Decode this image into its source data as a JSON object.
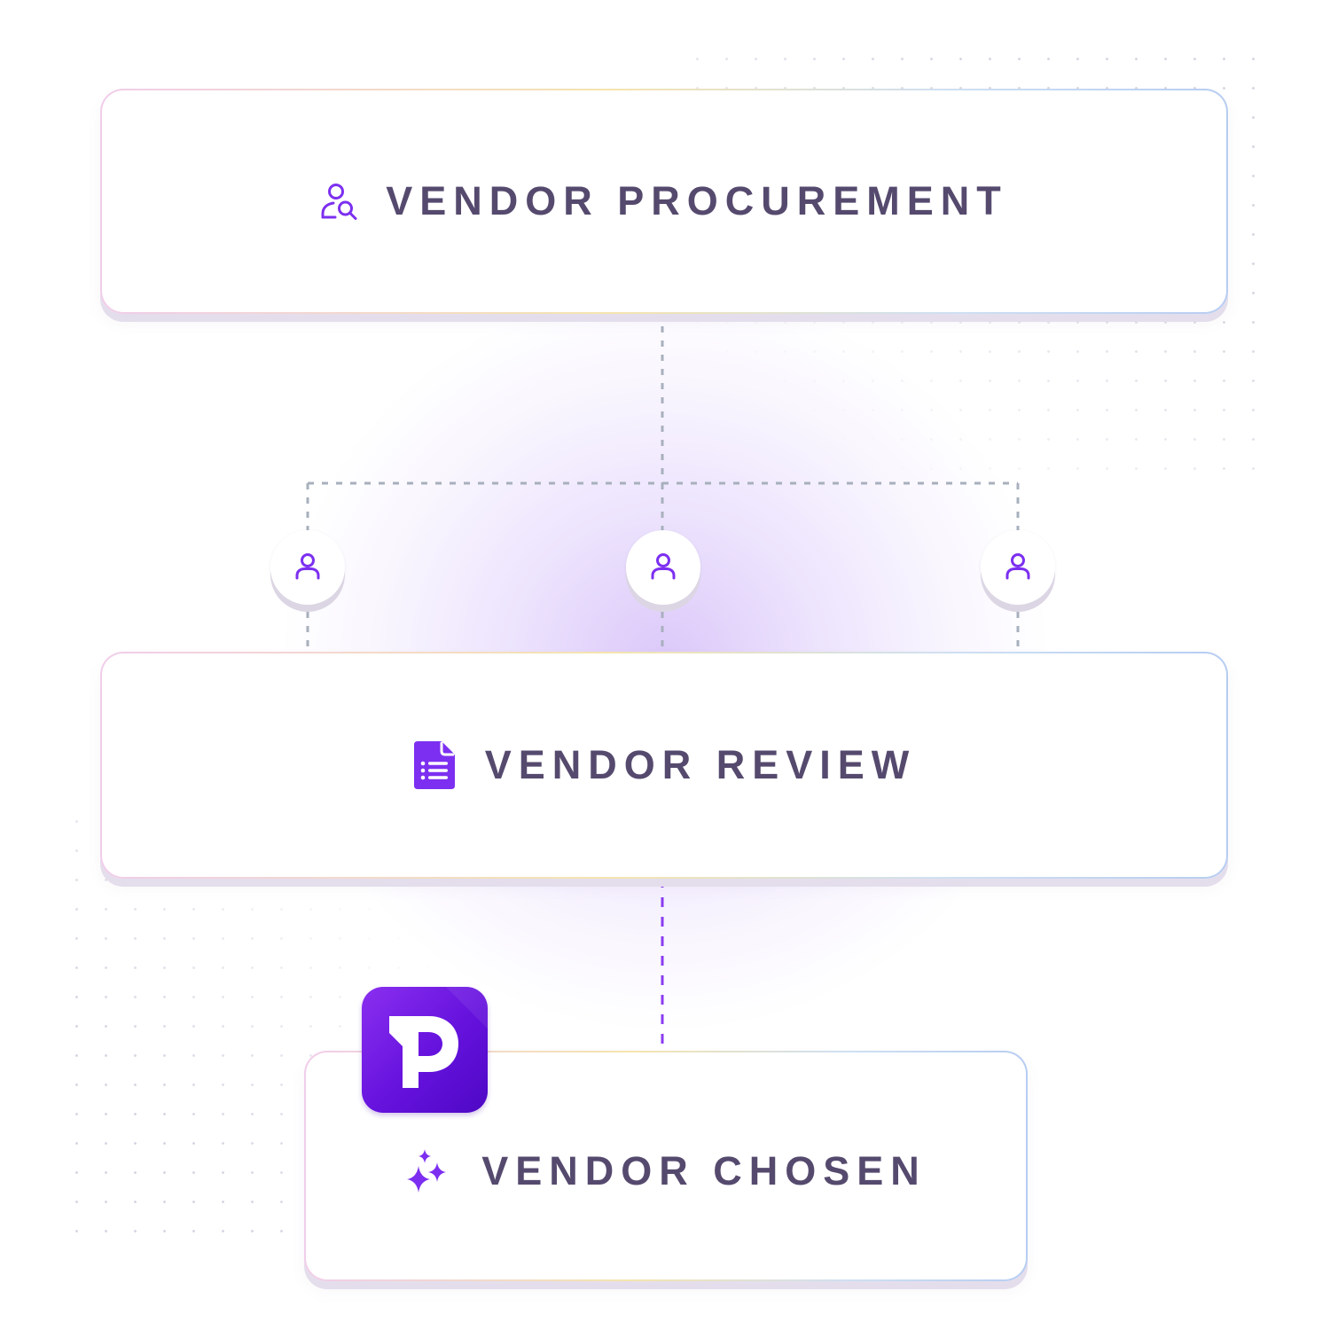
{
  "colors": {
    "accent": "#7c2ff0",
    "title_text": "#554a6e",
    "connector_gray": "#a8b0bd",
    "connector_purple": "#8a3cf0"
  },
  "nodes": {
    "procurement": {
      "label": "VENDOR PROCUREMENT",
      "icon": "user-search-icon"
    },
    "review": {
      "label": "VENDOR REVIEW",
      "icon": "document-list-icon"
    },
    "chosen": {
      "label": "VENDOR CHOSEN",
      "icon": "sparkles-icon"
    }
  },
  "reviewers": [
    {
      "icon": "user-icon"
    },
    {
      "icon": "user-icon"
    },
    {
      "icon": "user-icon"
    }
  ],
  "app_logo": {
    "icon": "p-logo-icon"
  }
}
